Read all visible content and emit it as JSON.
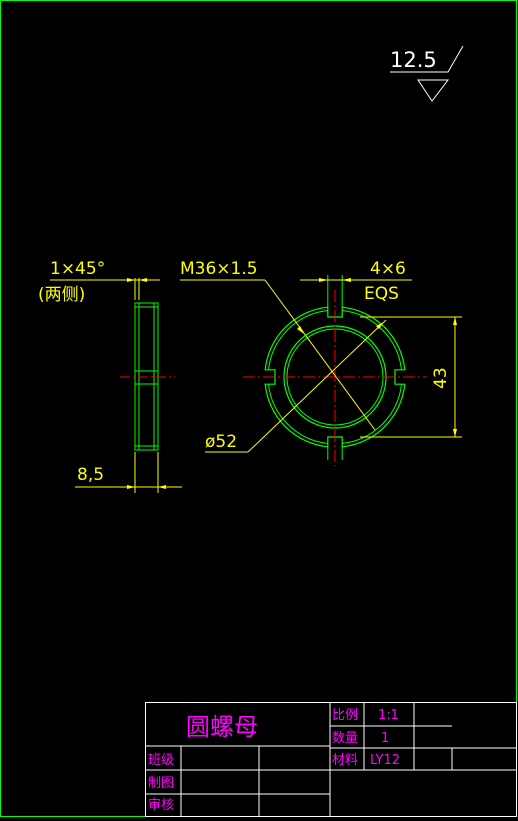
{
  "drawing": {
    "roughness": "12.5",
    "chamfer": "1×45°",
    "chamfer_note": "(两侧)",
    "thread": "M36×1.5",
    "slots": "4×6",
    "slots_note": "EQS",
    "dim_width": "43",
    "dim_diameter": "ø52",
    "dim_thickness": "8,5"
  },
  "title_block": {
    "part_name": "圆螺母",
    "scale_label": "比例",
    "scale_value": "1:1",
    "qty_label": "数量",
    "qty_value": "1",
    "material_label": "材料",
    "material_value": "LY12",
    "class_label": "班级",
    "drawn_label": "制图",
    "check_label": "审核"
  },
  "colors": {
    "background": "#000000",
    "border": "#00ff00",
    "part": "#00ff00",
    "dimension": "#ffff00",
    "centerline": "#ff0000",
    "title_text": "#ff00ff",
    "section_line": "#ffffff"
  }
}
